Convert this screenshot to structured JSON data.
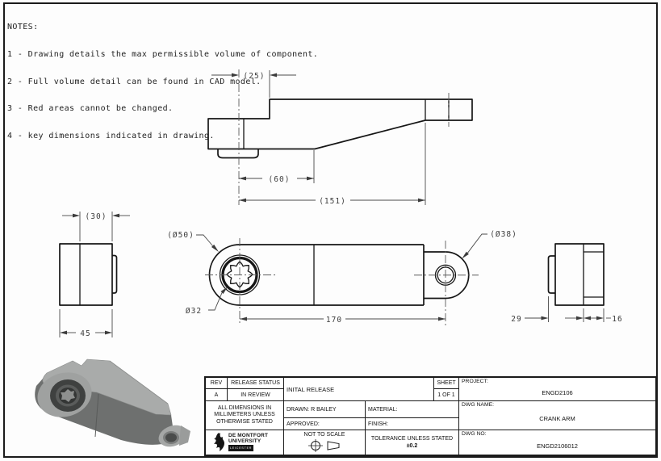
{
  "notes": {
    "title": "NOTES:",
    "lines": [
      "1 - Drawing details the max permissible volume of component.",
      "2 - Full volume detail can be found in CAD model.",
      "3 - Red areas cannot be changed.",
      "4 - key dimensions indicated in drawing."
    ]
  },
  "views": {
    "top": {
      "dim_25": "(25)",
      "dim_60": "(60)",
      "dim_151": "(151)"
    },
    "front": {
      "dia_50": "(Ø50)",
      "dia_38": "(Ø38)",
      "dia_32": "Ø32",
      "dim_170": "170"
    },
    "left_side": {
      "dim_30": "(30)",
      "dim_45": "45"
    },
    "right_side": {
      "dim_29": "29",
      "dim_16": "16"
    }
  },
  "title_block": {
    "rev_label": "REV",
    "rev_value": "A",
    "release_status_label": "RELEASE STATUS",
    "release_status_value": "IN REVIEW",
    "release_note": "INITAL RELEASE",
    "sheet_label": "SHEET",
    "sheet_value": "1 OF 1",
    "project_label": "PROJECT:",
    "project_value": "ENGD2106",
    "dimension_note_lines": [
      "ALL DIMENSIONS IN",
      "MILLIMETERS UNLESS",
      "OTHERWISE STATED"
    ],
    "drawn": "DRAWN: R BAILEY",
    "approved": "APPROVED:",
    "material": "MATERIAL:",
    "finish": "FINISH:",
    "scale_note": "NOT TO SCALE",
    "tolerance_line1": "TOLERANCE UNLESS STATED",
    "tolerance_line2": "±0.2",
    "dwg_name_label": "DWG NAME:",
    "dwg_name_value": "CRANK ARM",
    "dwg_no_label": "DWG NO:",
    "dwg_no_value": "ENGD2106012",
    "logo": {
      "line1": "DE MONTFORT",
      "line2": "UNIVERSITY",
      "line3": "LEICESTER"
    }
  },
  "colors": {
    "object_line": "#161616",
    "dim_line": "#4a4a4a",
    "iso_light": "#a9abaa",
    "iso_mid": "#6e706f",
    "iso_dark": "#3f4140"
  }
}
